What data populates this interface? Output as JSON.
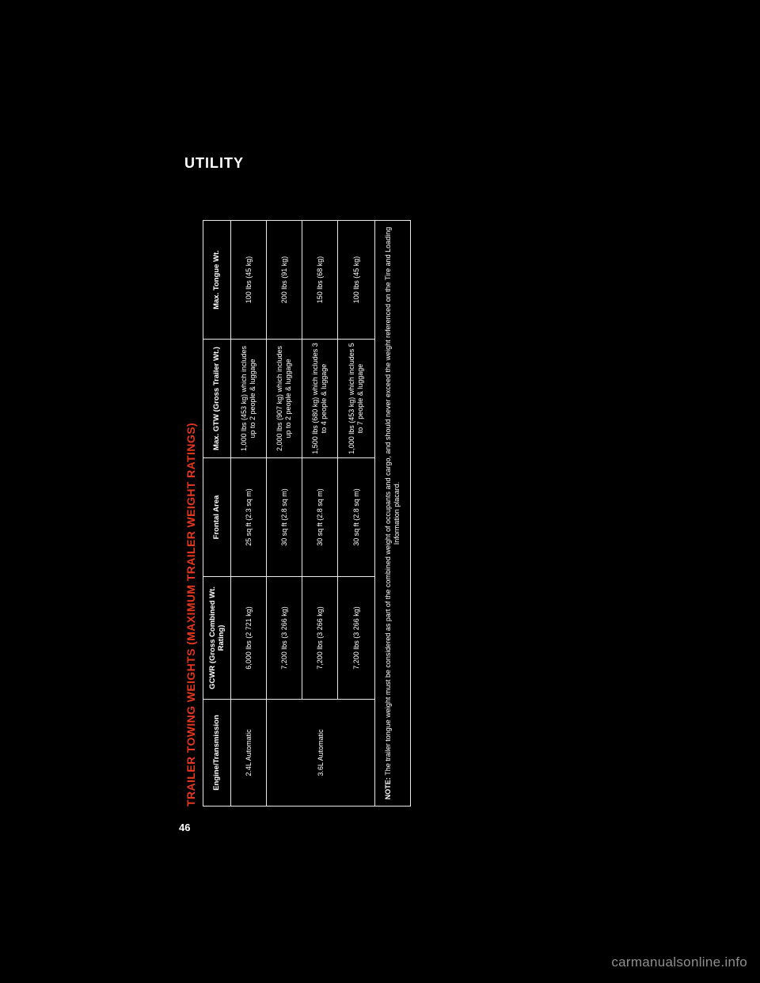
{
  "page": {
    "section_header": "UTILITY",
    "page_number": "46",
    "watermark": "carmanualsonline.info"
  },
  "colors": {
    "background": "#000000",
    "table_text": "#ffffff",
    "title_accent": "#e5371e",
    "border": "#e9e9e9",
    "watermark": "#8f8f8f"
  },
  "table": {
    "title": "TRAILER TOWING WEIGHTS (MAXIMUM TRAILER WEIGHT RATINGS)",
    "columns": [
      "Engine/Transmission",
      "GCWR (Gross Combined Wt. Rating)",
      "Frontal Area",
      "Max. GTW (Gross Trailer Wt.)",
      "Max. Tongue Wt."
    ],
    "rows": [
      {
        "engine": "2.4L Automatic",
        "gcwr": "6,000 lbs (2 721 kg)",
        "frontal_area": "25 sq ft (2.3 sq m)",
        "max_gtw": "1,000 lbs (453 kg) which includes up to 2 people & luggage",
        "max_tongue": "100 lbs (45 kg)"
      },
      {
        "engine": "3.6L Automatic",
        "gcwr": "7,200 lbs (3 266 kg)",
        "frontal_area": "30 sq ft (2.8 sq m)",
        "max_gtw": "2,000 lbs (907 kg) which includes up to 2 people & luggage",
        "max_tongue": "200 lbs (91 kg)"
      },
      {
        "gcwr": "7,200 lbs (3 266 kg)",
        "frontal_area": "30 sq ft (2.8 sq m)",
        "max_gtw": "1,500 lbs (680 kg) which includes 3 to 4 people & luggage",
        "max_tongue": "150 lbs (68 kg)"
      },
      {
        "gcwr": "7,200 lbs (3 266 kg)",
        "frontal_area": "30 sq ft (2.8 sq m)",
        "max_gtw": "1,000 lbs (453 kg) which includes 5 to 7 people & luggage",
        "max_tongue": "100 lbs (45 kg)"
      }
    ],
    "note_label": "NOTE:",
    "note_text": "The trailer tongue weight must be considered as part of the combined weight of occupants and cargo, and should never exceed the weight referenced on the Tire and Loading Information placard."
  }
}
